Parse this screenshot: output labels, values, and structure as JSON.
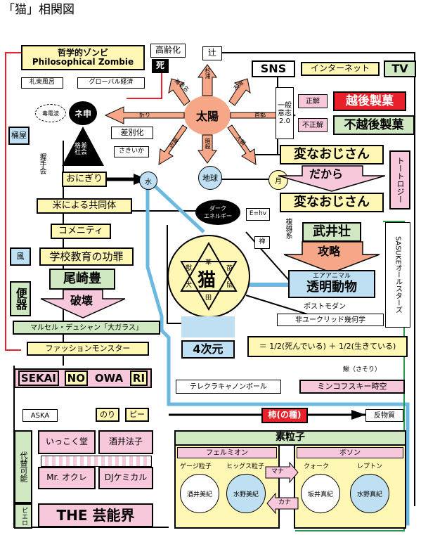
{
  "title": "「猫」相関図",
  "top": {
    "philosophy": "哲学的ゾンビ",
    "philosophy_en": "Philosophical Zombie",
    "satsutaba": "札束風呂",
    "global": "グローバル経済",
    "old_age": "高齢化",
    "death": "死",
    "tsuji": "辻",
    "sns": "SNS",
    "internet": "インターネット",
    "tv": "TV"
  },
  "sun": {
    "label": "太陽",
    "rays": [
      "杉浦",
      "海老名",
      "友常",
      "近藤",
      "折り",
      "首都",
      "人類",
      "暗殺"
    ]
  },
  "left": {
    "electro": "毒電波",
    "neshin": "ネ申",
    "kakusa": "格差\n社会",
    "sabetsu": "差別化",
    "sasaika": "さきいか",
    "okeya": "桶屋",
    "akushu": "握手会",
    "onigiri": "おにぎり",
    "kome": "米による共同体",
    "community": "コメニティ",
    "kaze": "風",
    "gakko": "学校教育の功罪",
    "ozaki": "尾崎豊",
    "hakai": "破壊",
    "benki": "便器",
    "duchamp": "マルセル・デュシャン「大ガラス」",
    "fashion": "ファッションモンスター"
  },
  "center": {
    "mizu": "水",
    "chikyu": "地球",
    "tsuki": "月",
    "dark": "ダーク\nエネルギー",
    "ehv": "E=hv",
    "zen": "禅",
    "cat": "猫",
    "hexagram": [
      "草",
      "苗",
      "鼠",
      "田",
      "犬",
      "獣"
    ],
    "yonjigen": "4次元",
    "formula": "＝ 1/2(死んでいる) ＋ 1/2(生きている)",
    "telekura": "テレクラキャノンボール",
    "kaki": "柿(の種)",
    "hanbusshitsu": "反物質",
    "nezumi": "鰍（さそり）",
    "minkowski": "ミンコフスキー時空"
  },
  "right": {
    "ippan": "一般\n意志\n2.0",
    "seikai": "正解",
    "echigo": "越後製菓",
    "fuseikai": "不正解",
    "fuechigo": "不越後製菓",
    "hen1": "変なおじさん",
    "dakara": "だから",
    "hen2": "変なおじさん",
    "tautology": "トートロジー",
    "fukuzatsu": "複雑系",
    "takei": "武井壮",
    "kouryaku": "攻略",
    "air_animal": "エアアニマル",
    "toumei": "透明動物",
    "postmodern": "ポストモダン",
    "hieuclid": "非ユークリッド幾何学",
    "sasuke": "SASUKEオールスターズ"
  },
  "bottom": {
    "sekai": [
      "SEKAI",
      "NO",
      "OWA",
      "RI"
    ],
    "aska": "ASKA",
    "nori": "のり",
    "pi": "ピー",
    "daitai": "代替可能",
    "ikkodo": "いっこく堂",
    "sakai_noriko": "酒井法子",
    "mr_okure": "Mr. オクレ",
    "dj": "DJケミカル",
    "piero": "ピエロ",
    "geinoukai": "THE 芸能界",
    "soryushi": "素粒子",
    "fermion": "フェルミオン",
    "boson": "ボソン",
    "gauge": "ゲージ粒子",
    "higgs": "ヒッグス粒子",
    "quark": "クォーク",
    "lepton": "レプトン",
    "mana": "マナ",
    "kana": "カナ",
    "sakai_miki": "酒井美紀",
    "mizuno_miki": "水野美紀",
    "sakai_maki": "坂井真紀",
    "mizuno_maki": "水野真紀"
  },
  "colors": {
    "red": "#e8202a",
    "blue": "#6bb8e0",
    "green": "#2a9a4a",
    "yellow": "#fff7b3",
    "pink": "#f7c7dc",
    "salmon": "#f5a788"
  }
}
